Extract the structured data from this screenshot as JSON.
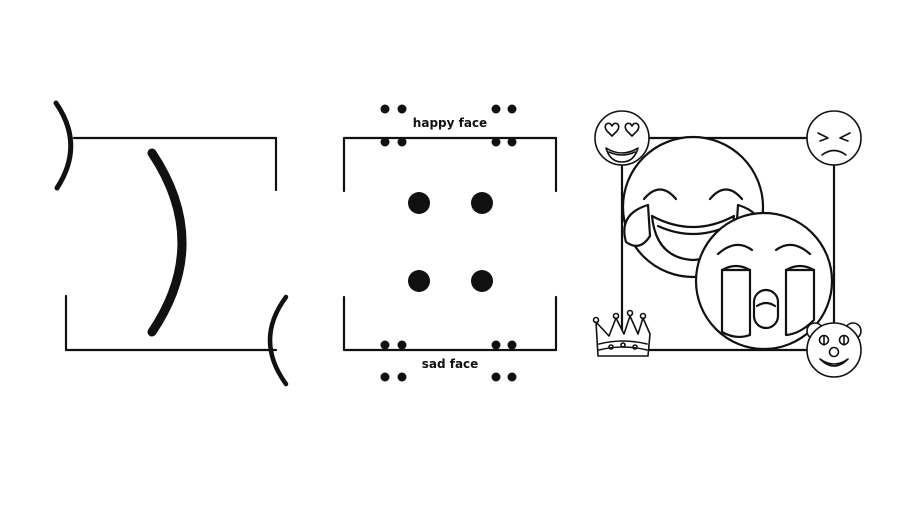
{
  "labels": {
    "top": "happy face",
    "bottom": "sad face"
  },
  "colors": {
    "ink": "#111111",
    "background": "#ffffff"
  },
  "panels": [
    {
      "name": "emoticon-brackets-panel",
      "glyphs": [
        "close-paren",
        "open-paren"
      ]
    },
    {
      "name": "colon-dots-panel",
      "glyphs": [
        "dot"
      ]
    },
    {
      "name": "emoji-panel",
      "icons": [
        "heart-eyes-icon",
        "sad-face-icon",
        "laughing-tears-icon",
        "crying-face-icon",
        "crown-icon",
        "clown-face-icon"
      ]
    }
  ]
}
